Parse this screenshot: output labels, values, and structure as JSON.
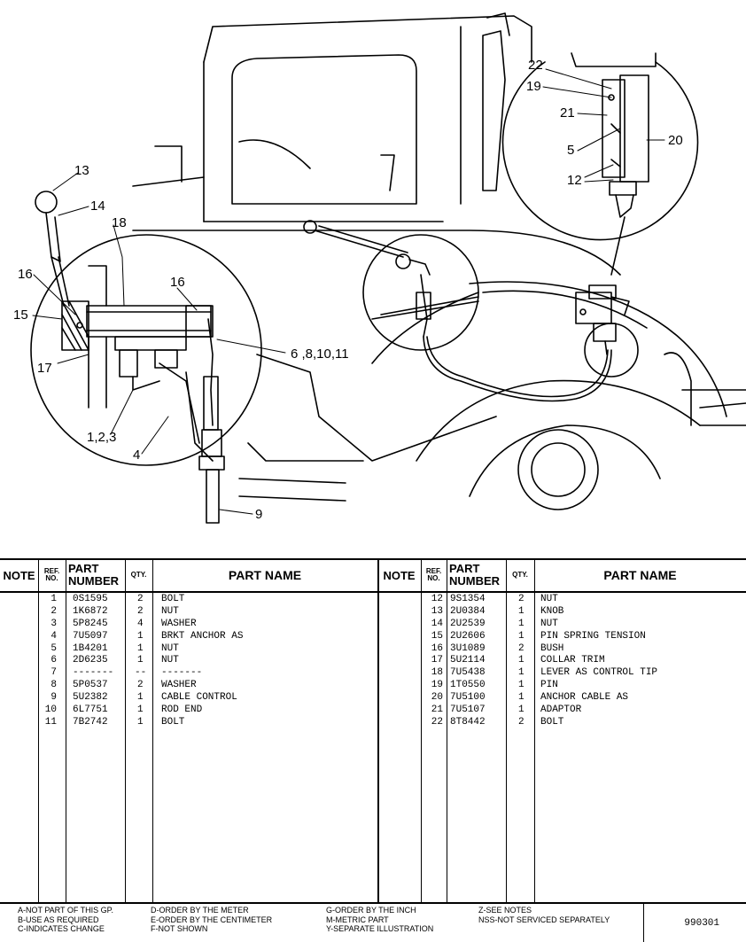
{
  "callouts": {
    "c1": "13",
    "c2": "14",
    "c3": "18",
    "c4": "16",
    "c5": "16",
    "c6": "15",
    "c7": "17",
    "c8": "6 ,8,10,11",
    "c9": "1,2,3",
    "c10": "4",
    "c11": "9",
    "c12": "22",
    "c13": "19",
    "c14": "21",
    "c15": "5",
    "c16": "20",
    "c17": "12"
  },
  "table": {
    "headers": {
      "note": "NOTE",
      "ref_top": "REF.",
      "ref_bottom": "NO.",
      "part_top": "PART",
      "part_bottom": "NUMBER",
      "qty": "QTY.",
      "name": "PART NAME"
    },
    "left_rows": [
      {
        "ref": "1",
        "part": "0S1595",
        "qty": "2",
        "name": "BOLT"
      },
      {
        "ref": "2",
        "part": "1K6872",
        "qty": "2",
        "name": "NUT"
      },
      {
        "ref": "3",
        "part": "5P8245",
        "qty": "4",
        "name": "WASHER"
      },
      {
        "ref": "4",
        "part": "7U5097",
        "qty": "1",
        "name": "BRKT ANCHOR AS"
      },
      {
        "ref": "5",
        "part": "1B4201",
        "qty": "1",
        "name": "NUT"
      },
      {
        "ref": "6",
        "part": "2D6235",
        "qty": "1",
        "name": "NUT"
      },
      {
        "ref": "7",
        "part": "-------",
        "qty": "--",
        "name": "-------"
      },
      {
        "ref": "8",
        "part": "5P0537",
        "qty": "2",
        "name": "WASHER"
      },
      {
        "ref": "9",
        "part": "5U2382",
        "qty": "1",
        "name": "CABLE CONTROL"
      },
      {
        "ref": "10",
        "part": "6L7751",
        "qty": "1",
        "name": "ROD END"
      },
      {
        "ref": "11",
        "part": "7B2742",
        "qty": "1",
        "name": "BOLT"
      }
    ],
    "right_rows": [
      {
        "ref": "12",
        "part": "9S1354",
        "qty": "2",
        "name": "NUT"
      },
      {
        "ref": "13",
        "part": "2U0384",
        "qty": "1",
        "name": "KNOB"
      },
      {
        "ref": "14",
        "part": "2U2539",
        "qty": "1",
        "name": "NUT"
      },
      {
        "ref": "15",
        "part": "2U2606",
        "qty": "1",
        "name": "PIN SPRING TENSION"
      },
      {
        "ref": "16",
        "part": "3U1089",
        "qty": "2",
        "name": "BUSH"
      },
      {
        "ref": "17",
        "part": "5U2114",
        "qty": "1",
        "name": "COLLAR TRIM"
      },
      {
        "ref": "18",
        "part": "7U5438",
        "qty": "1",
        "name": "LEVER AS CONTROL TIP"
      },
      {
        "ref": "19",
        "part": "1T0550",
        "qty": "1",
        "name": "PIN"
      },
      {
        "ref": "20",
        "part": "7U5100",
        "qty": "1",
        "name": "ANCHOR CABLE AS"
      },
      {
        "ref": "21",
        "part": "7U5107",
        "qty": "1",
        "name": "ADAPTOR"
      },
      {
        "ref": "22",
        "part": "8T8442",
        "qty": "2",
        "name": "BOLT"
      }
    ]
  },
  "footer": {
    "col1": [
      "A-NOT PART OF THIS GP.",
      "B-USE AS REQUIRED",
      "C-INDICATES CHANGE"
    ],
    "col2": [
      "D-ORDER BY THE METER",
      "E-ORDER BY THE CENTIMETER",
      "F-NOT SHOWN"
    ],
    "col3": [
      "G-ORDER BY THE INCH",
      "M-METRIC PART",
      "Y-SEPARATE ILLUSTRATION"
    ],
    "col4": [
      "Z-SEE NOTES",
      "NSS-NOT SERVICED SEPARATELY"
    ],
    "doc_number": "990301"
  }
}
